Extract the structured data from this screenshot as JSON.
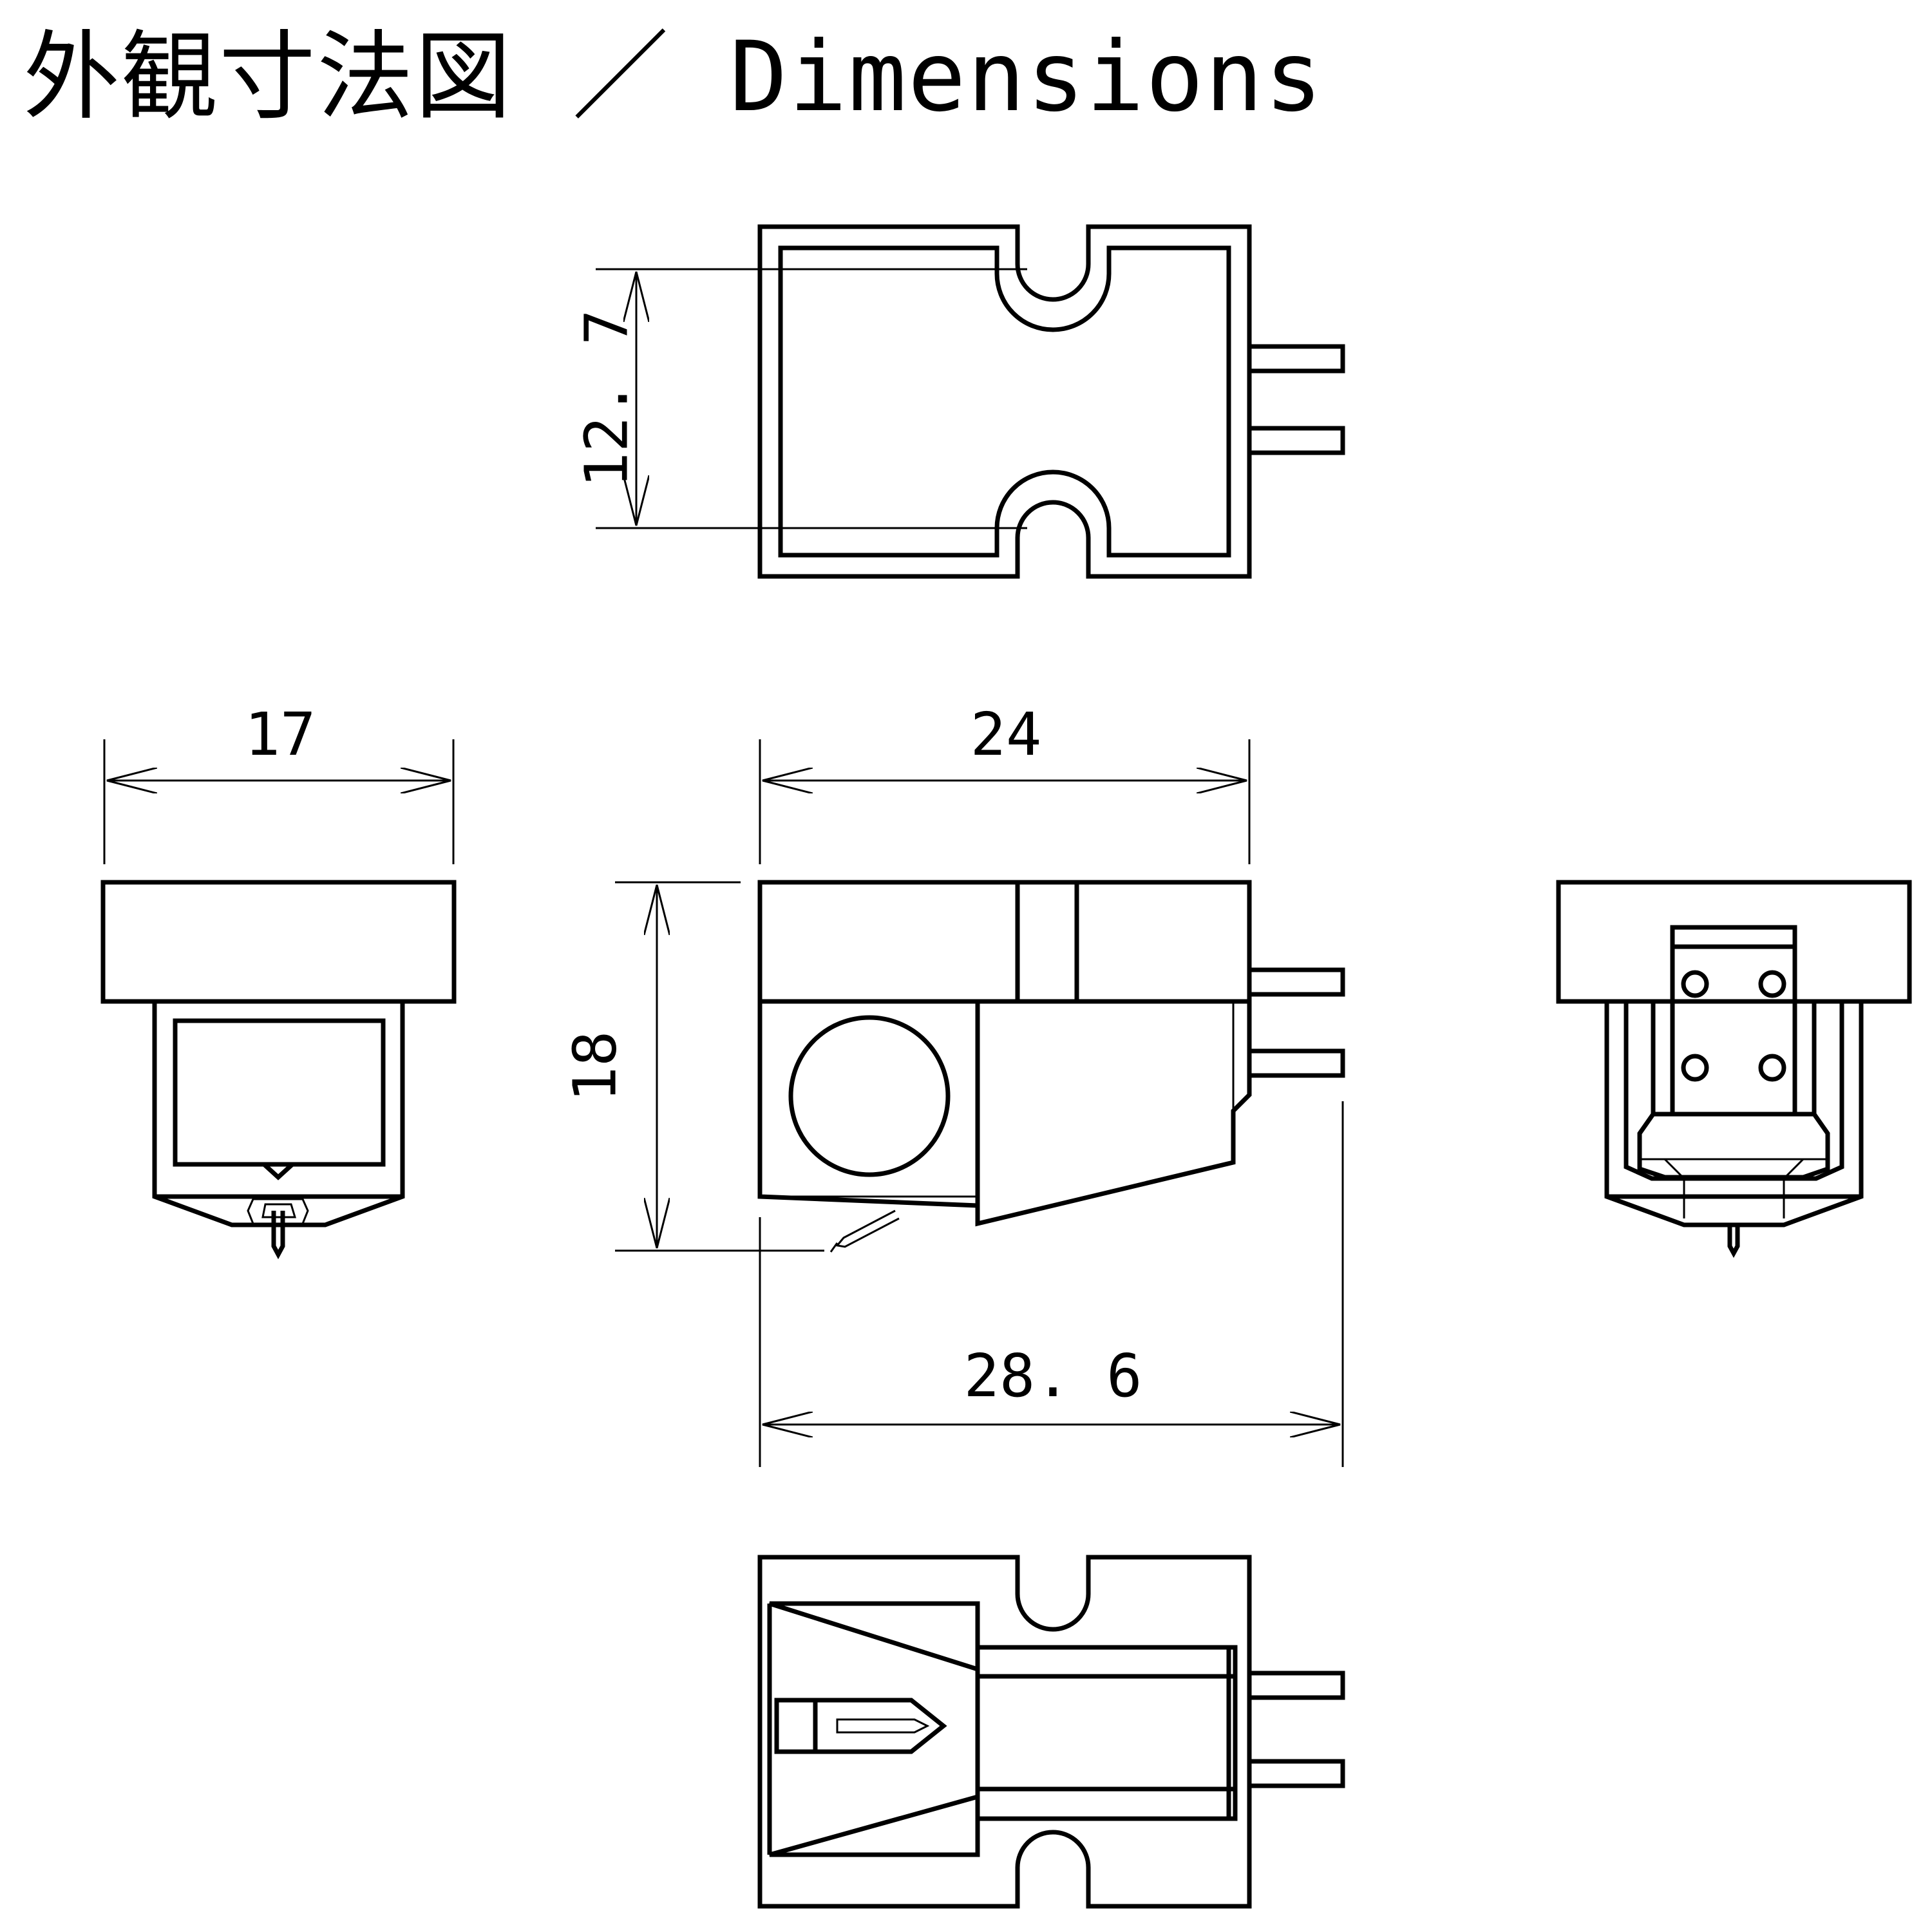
{
  "title": "外観寸法図 ／ Dimensions",
  "dimensions": {
    "top_width": "12. 7",
    "front_width": "17",
    "body_length": "24",
    "height": "18",
    "total_length": "28. 6"
  }
}
